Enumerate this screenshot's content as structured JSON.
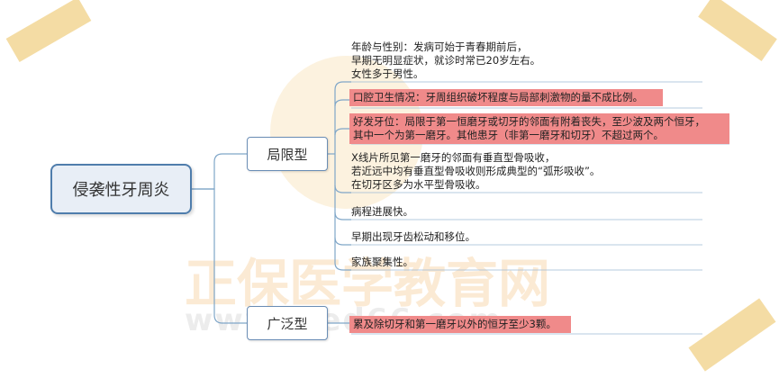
{
  "diagram": {
    "root": "侵袭性牙周炎",
    "branches": [
      {
        "label": "局限型",
        "items": [
          {
            "lines": [
              "年龄与性别：发病可始于青春期前后，",
              "早期无明显症状，就诊时常已20岁左右。",
              "女性多于男性。"
            ],
            "highlight": false
          },
          {
            "lines": [
              "口腔卫生情况：牙周组织破坏程度与局部刺激物的量不成比例。"
            ],
            "highlight": true
          },
          {
            "lines": [
              "好发牙位：局限于第一恒磨牙或切牙的邻面有附着丧失，至少波及两个恒牙，",
              "其中一个为第一磨牙。其他患牙（非第一磨牙和切牙）不超过两个。"
            ],
            "highlight": true
          },
          {
            "lines": [
              "X线片所见第一磨牙的邻面有垂直型骨吸收，",
              "若近远中均有垂直型骨吸收则形成典型的“弧形吸收”。",
              "在切牙区多为水平型骨吸收。"
            ],
            "highlight": false
          },
          {
            "lines": [
              "病程进展快。"
            ],
            "highlight": false
          },
          {
            "lines": [
              "早期出现牙齿松动和移位。"
            ],
            "highlight": false
          },
          {
            "lines": [
              "家族聚集性。"
            ],
            "highlight": false
          }
        ]
      },
      {
        "label": "广泛型",
        "items": [
          {
            "lines": [
              "累及除切牙和第一磨牙以外的恒牙至少3颗。"
            ],
            "highlight": true
          }
        ]
      }
    ]
  },
  "watermark": {
    "brand": "正保医学教育网",
    "url": "www.med66.com"
  },
  "colors": {
    "connector": "#7fa6c8",
    "highlight": "#f08a8a",
    "node_border": "#4f7dac"
  }
}
